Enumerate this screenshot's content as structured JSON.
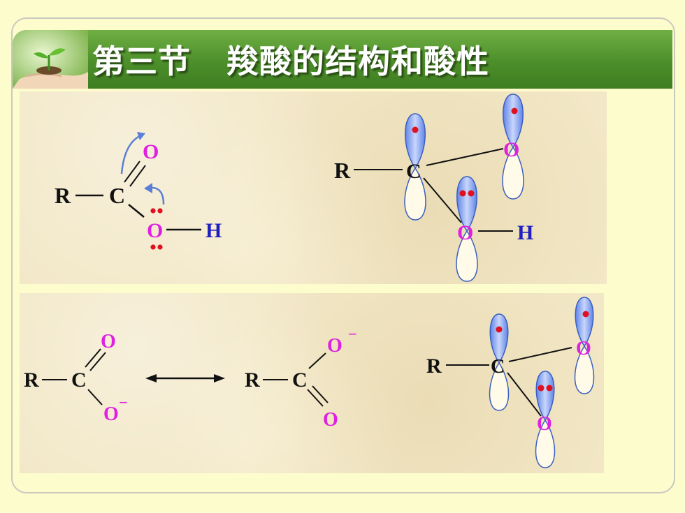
{
  "title": "第三节   羧酸的结构和酸性",
  "atoms": {
    "R": "R",
    "C": "C",
    "O": "O",
    "H": "H",
    "minus": "−"
  },
  "colors": {
    "title_bar": "#4c8f2a",
    "oxygen": "#e020e0",
    "hydrogen": "#2020c0",
    "electron": "#e0101e",
    "orbital_fill": "#7f9ff0",
    "arrow": "#5a7fd8"
  }
}
